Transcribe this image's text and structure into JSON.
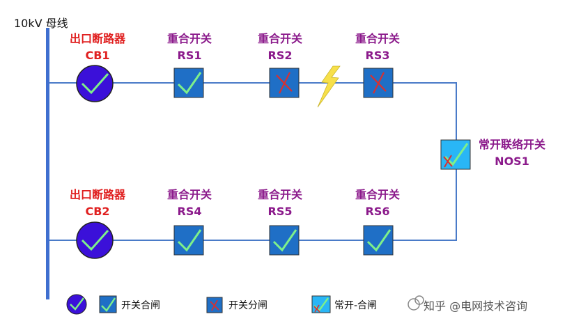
{
  "bus": {
    "label": "10kV 母线"
  },
  "colors": {
    "breaker_label": "#e02020",
    "switch_label": "#8b1a8b",
    "breaker_fill": "#3b10d9",
    "closed_fill": "#1f6fc6",
    "open_fill": "#1f6fc6",
    "normally_open_fill": "#29b6f6",
    "check": "#7ef08a",
    "cross": "#d83030",
    "line": "#4a7bc8",
    "bus": "#3f6fcf",
    "fault": "#f7e04a"
  },
  "devices": {
    "cb1": {
      "name": "出口断路器",
      "id": "CB1"
    },
    "rs1": {
      "name": "重合开关",
      "id": "RS1"
    },
    "rs2": {
      "name": "重合开关",
      "id": "RS2"
    },
    "rs3": {
      "name": "重合开关",
      "id": "RS3"
    },
    "nos1": {
      "name": "常开联络开关",
      "id": "NOS1"
    },
    "cb2": {
      "name": "出口断路器",
      "id": "CB2"
    },
    "rs4": {
      "name": "重合开关",
      "id": "RS4"
    },
    "rs5": {
      "name": "重合开关",
      "id": "RS5"
    },
    "rs6": {
      "name": "重合开关",
      "id": "RS6"
    }
  },
  "legend": {
    "closed": "开关合闸",
    "open": "开关分闸",
    "normally_open_closed": "常开-合闸"
  },
  "watermark": "知乎 @电网技术咨询"
}
